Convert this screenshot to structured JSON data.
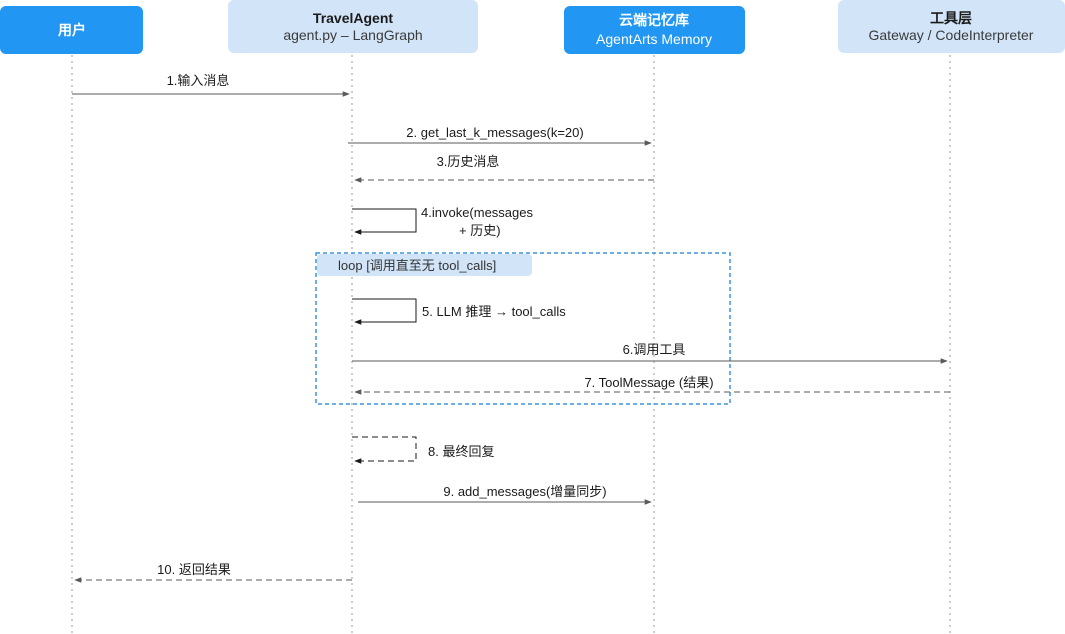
{
  "actors": [
    {
      "title": "用户",
      "subtitle": "",
      "style": "primary"
    },
    {
      "title": "TravelAgent",
      "subtitle": "agent.py – LangGraph",
      "style": "light"
    },
    {
      "title": "云端记忆库",
      "subtitle": "AgentArts Memory",
      "style": "primary"
    },
    {
      "title": "工具层",
      "subtitle": "Gateway / CodeInterpreter",
      "style": "light"
    }
  ],
  "messages": [
    {
      "label": "1.输入消息",
      "from": 0,
      "to": 1,
      "type": "sync"
    },
    {
      "label": "2. get_last_k_messages(k=20)",
      "from": 1,
      "to": 2,
      "type": "sync"
    },
    {
      "label": "3.历史消息",
      "from": 2,
      "to": 1,
      "type": "reply"
    },
    {
      "label_lines": [
        "4.invoke(messages",
        "+ 历史)"
      ],
      "from": 1,
      "to": 1,
      "type": "self"
    },
    {
      "label": "5. LLM 推理 → tool_calls",
      "from": 1,
      "to": 1,
      "type": "self"
    },
    {
      "label": "6.调用工具",
      "from": 1,
      "to": 3,
      "type": "sync"
    },
    {
      "label": "7. ToolMessage (结果)",
      "from": 3,
      "to": 1,
      "type": "reply"
    },
    {
      "label": "8. 最终回复",
      "from": 1,
      "to": 1,
      "type": "self-reply"
    },
    {
      "label": "9. add_messages(增量同步)",
      "from": 1,
      "to": 2,
      "type": "sync"
    },
    {
      "label": "10. 返回结果",
      "from": 1,
      "to": 0,
      "type": "reply"
    }
  ],
  "loop": {
    "label": "loop [调用直至无 tool_calls]"
  },
  "colors": {
    "primary": "#2196f3",
    "light": "#d2e5f8",
    "loop_border": "#3a93e0",
    "arrow": "#5a5a5a"
  }
}
